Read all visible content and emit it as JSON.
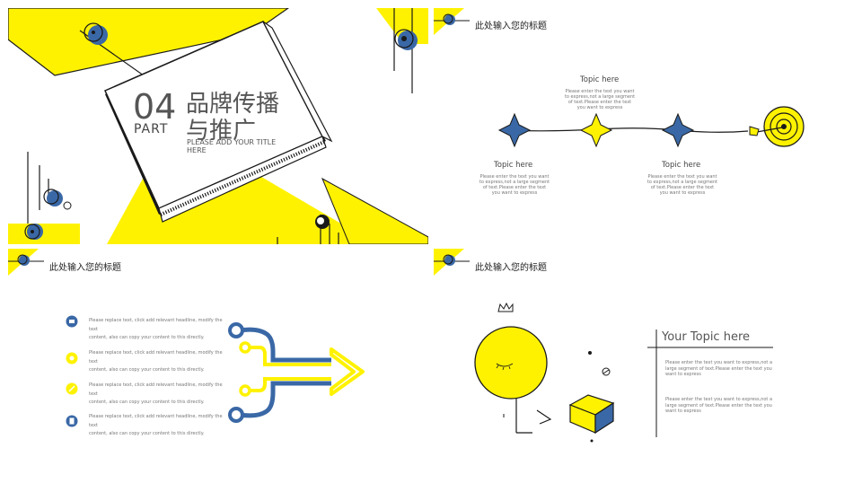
{
  "colors": {
    "yellow": "#fff200",
    "blue": "#3a68a6",
    "dark": "#1a1a1a",
    "gray": "#666666"
  },
  "slide1": {
    "number": "04",
    "part": "PART",
    "title_line1": "品牌传播",
    "title_line2": "与推广",
    "subtitle_line1": "PLEASE ADD YOUR TITLE",
    "subtitle_line2": "HERE"
  },
  "slide2": {
    "header": "此处输入您的标题",
    "topics": [
      {
        "title": "Topic here",
        "text": "Please enter the text you want to express,not a large segment of text.Please enter the text you want to express"
      },
      {
        "title": "Topic here",
        "text": "Please enter the text you want to express,not a large segment of text.Please enter the text you want to express"
      },
      {
        "title": "Topic here",
        "text": "Please enter the text you want to express,not a large segment of text.Please enter the text you want to express"
      }
    ]
  },
  "slide3": {
    "header": "此处输入您的标题",
    "items": [
      {
        "icon": "briefcase-icon",
        "line1": "Please replace text, click add relevant headline, modify the text",
        "line2": "content, also can copy your content to this directly."
      },
      {
        "icon": "gear-icon",
        "line1": "Please replace text, click add relevant headline, modify the text",
        "line2": "content, also can copy your content to this directly."
      },
      {
        "icon": "pencil-icon",
        "line1": "Please replace text, click add relevant headline, modify the text",
        "line2": "content, also can copy your content to this directly."
      },
      {
        "icon": "calculator-icon",
        "line1": "Please replace text, click add relevant headline, modify the text",
        "line2": "content, also can copy your content to this directly."
      }
    ]
  },
  "slide4": {
    "header": "此处输入您的标题",
    "title": "Your Topic here",
    "para1": "Please enter the text you want to express,not a large segment of text.Please enter the text you want to express",
    "para2": "Please enter the text you want to express,not a large segment of text.Please enter the text you want to express"
  }
}
